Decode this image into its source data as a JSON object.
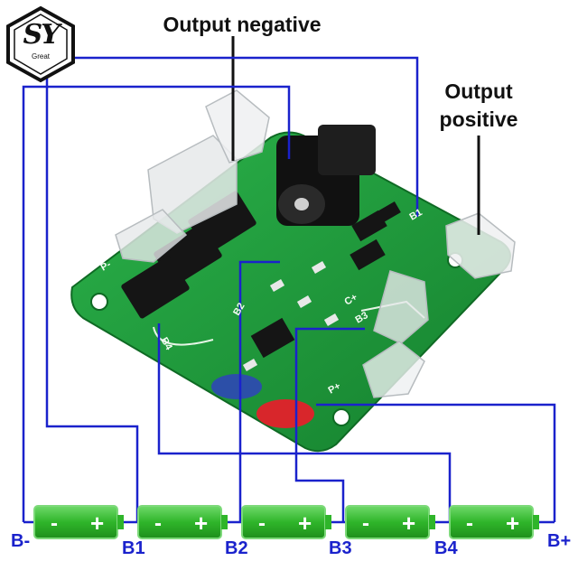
{
  "labels": {
    "output_negative": "Output negative",
    "output_positive_line1": "Output",
    "output_positive_line2": "positive"
  },
  "terminals": [
    "B-",
    "B1",
    "B2",
    "B3",
    "B4",
    "B+"
  ],
  "battery": {
    "minus": "-",
    "plus": "+"
  },
  "battery_count": 5,
  "logo": {
    "letters": "SY",
    "caption": "Great"
  },
  "board_marks": [
    "P-",
    "B4",
    "B1",
    "B3",
    "C+",
    "P+",
    "B2"
  ],
  "colors": {
    "wire": "#1a22cc",
    "battery_fill": "#2fb52a",
    "battery_edge": "#7dd97a",
    "pcb": "#1f9e3a",
    "pcb_dark": "#14772a",
    "callout_line": "#111111"
  },
  "icons": [
    "logo-hexagon-icon",
    "battery-icon"
  ]
}
